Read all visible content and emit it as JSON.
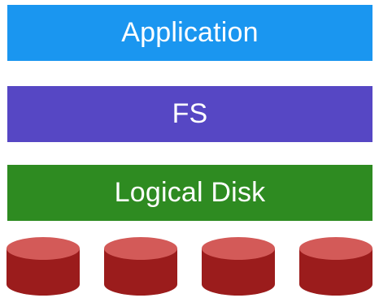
{
  "layers": [
    {
      "label": "Application",
      "color": "#1A96F0"
    },
    {
      "label": "FS",
      "color": "#5647C4"
    },
    {
      "label": "Logical Disk",
      "color": "#2E8B21"
    }
  ],
  "disks": {
    "count": 4,
    "top_color": "#D35A58",
    "body_color": "#9B1C1C"
  }
}
